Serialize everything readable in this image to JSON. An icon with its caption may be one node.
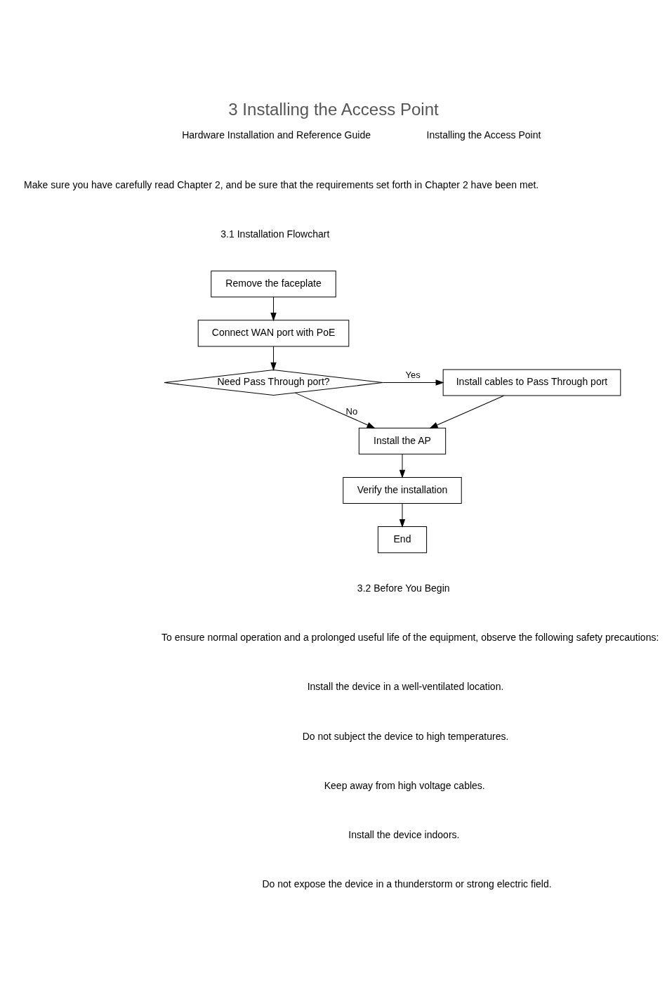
{
  "diagram": {
    "title": "3 Installing the Access Point",
    "nodes": [
      {
        "text": [
          "Remove the faceplate"
        ]
      },
      {
        "text": [
          "Connect WAN port with PoE"
        ]
      },
      {
        "text": [
          "Need Pass Through port?"
        ]
      },
      {
        "text": [
          "Install cables to Pass Through port"
        ]
      },
      {
        "text": [
          "Install the AP"
        ]
      },
      {
        "text": [
          "Verify the installation"
        ]
      },
      {
        "text": [
          "End"
        ]
      }
    ],
    "edges": [
      {
        "from": 0,
        "to": 1,
        "arrow": "to"
      },
      {
        "from": 1,
        "to": 2,
        "arrow": "to"
      },
      {
        "from": 2,
        "to": 3,
        "arrow": "to",
        "label": "Yes"
      },
      {
        "from": 2,
        "to": 4,
        "arrow": "to",
        "label": "No"
      },
      {
        "from": 3,
        "to": 4,
        "arrow": "to"
      },
      {
        "from": 4,
        "to": 5,
        "arrow": "to"
      },
      {
        "from": 5,
        "to": 6,
        "arrow": "to"
      }
    ],
    "labels": [
      "Hardware Installation and Reference Guide",
      "Installing the Access Point",
      "Make sure you have carefully read Chapter 2, and be sure that the requirements set forth in Chapter 2 have been met.",
      "3.1 Installation Flowchart",
      "3.2 Before You Begin",
      "To ensure normal operation and a prolonged useful life of the equipment, observe the following safety precautions:",
      "Install the device in a well-ventilated location.",
      "Do not subject the device to high temperatures.",
      "Keep away from high voltage cables.",
      "Install the device indoors.",
      "Do not expose the device in a thunderstorm or strong electric field."
    ]
  }
}
